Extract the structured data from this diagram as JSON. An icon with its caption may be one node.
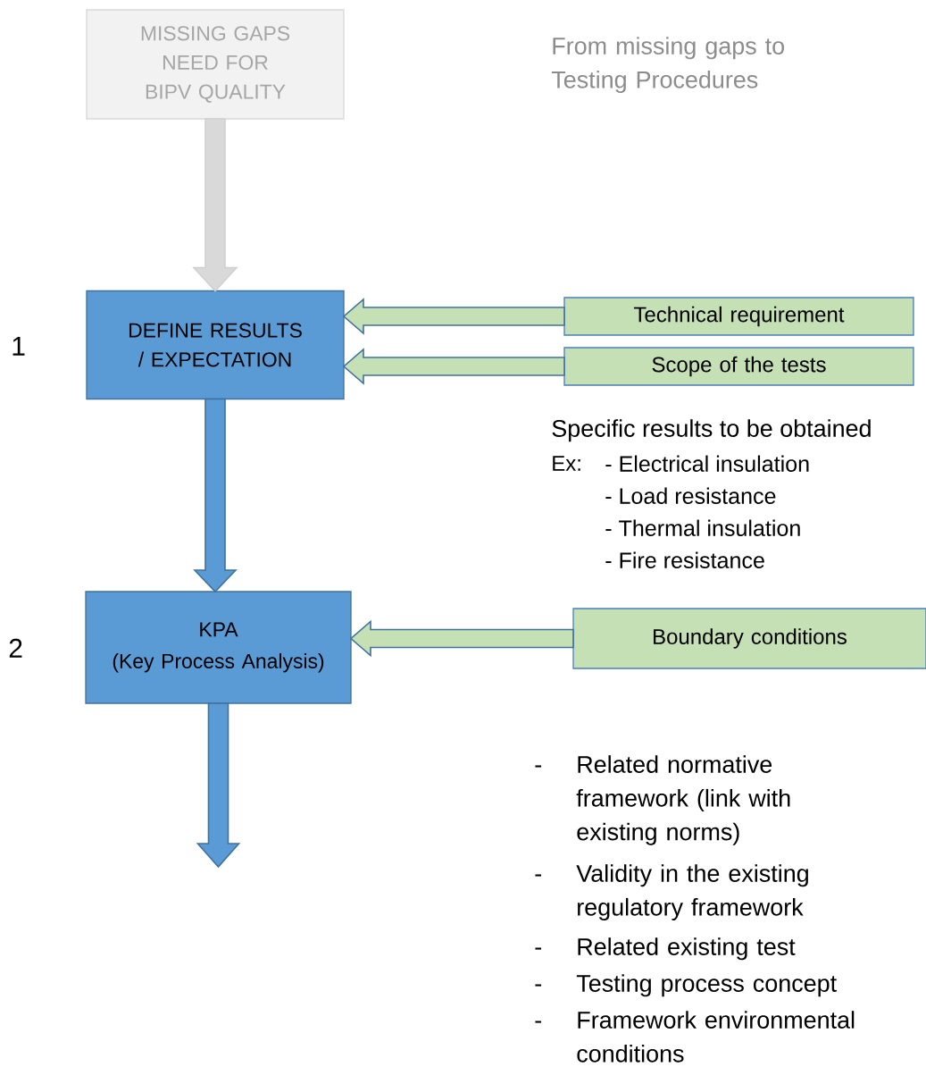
{
  "diagram": {
    "nodes": [
      {
        "text": [
          "MISSING GAPS NEED FOR BIPV QUALITY"
        ]
      },
      {
        "text": [
          "DEFINE RESULTS / EXPECTATION"
        ]
      },
      {
        "text": [
          "KPA",
          "(Key Process Analysis)"
        ]
      },
      {
        "text": [
          "Technical requirement"
        ]
      },
      {
        "text": [
          "Scope of the tests"
        ]
      },
      {
        "text": [
          "Boundary conditions"
        ]
      }
    ],
    "edges": [
      {
        "from": 0,
        "to": 1,
        "arrow": "to",
        "color": "#d9d9d9"
      },
      {
        "from": 1,
        "to": 2,
        "arrow": "to"
      },
      {
        "from": 3,
        "to": 1,
        "arrow": "to",
        "color": "#c5e0b4"
      },
      {
        "from": 4,
        "to": 1,
        "arrow": "to",
        "color": "#c5e0b4"
      },
      {
        "from": 5,
        "to": 2,
        "arrow": "to",
        "color": "#c5e0b4"
      },
      {
        "from": 2,
        "to": null,
        "arrow": "to"
      }
    ],
    "labels": [
      "From missing gaps to Testing Procedures",
      "1",
      "2",
      "Specific results to be obtained",
      "Ex:",
      "- Electrical insulation",
      "- Load resistance",
      "- Thermal insulation",
      "- Fire resistance",
      "-",
      "Related normative framework (link with existing norms)",
      "-",
      "Validity in the existing regulatory framework",
      "-",
      "Related existing test",
      "-",
      "Testing process concept",
      "-",
      "Framework environmental conditions"
    ]
  }
}
